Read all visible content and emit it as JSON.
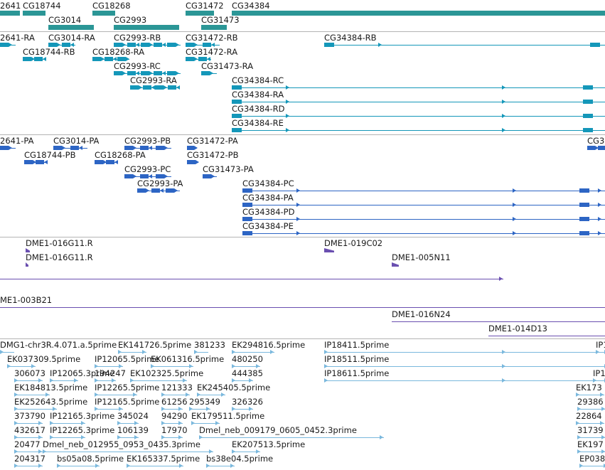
{
  "colors": {
    "gene": "#2b9696",
    "rna": "#1497b9",
    "protein": "#2d65c4",
    "clone": "#6a4fb0",
    "est": "#7ab8dd",
    "separator": "#b4b4b4"
  },
  "tracks": [
    {
      "id": "genes",
      "feature_type": "gene",
      "features": [
        {
          "name": "2641",
          "label": "2641",
          "icon": "gene-bar"
        },
        {
          "name": "CG18744",
          "label": "CG18744",
          "icon": "gene-bar"
        },
        {
          "name": "CG3014",
          "label": "CG3014",
          "icon": "gene-bar"
        },
        {
          "name": "CG18268",
          "label": "CG18268",
          "icon": "gene-bar"
        },
        {
          "name": "CG2993",
          "label": "CG2993",
          "icon": "gene-bar"
        },
        {
          "name": "CG31472",
          "label": "CG31472",
          "icon": "gene-bar"
        },
        {
          "name": "CG31473",
          "label": "CG31473",
          "icon": "gene-bar"
        },
        {
          "name": "CG34384",
          "label": "CG34384",
          "icon": "gene-bar"
        }
      ]
    },
    {
      "id": "transcripts",
      "feature_type": "rna",
      "features": [
        {
          "name": "2641-RA",
          "label": "2641-RA",
          "icon": "transcript"
        },
        {
          "name": "CG3014-RA",
          "label": "CG3014-RA",
          "icon": "transcript"
        },
        {
          "name": "CG2993-RB",
          "label": "CG2993-RB",
          "icon": "transcript"
        },
        {
          "name": "CG31472-RB",
          "label": "CG31472-RB",
          "icon": "transcript"
        },
        {
          "name": "CG34384-RB",
          "label": "CG34384-RB",
          "icon": "transcript"
        },
        {
          "name": "CG18744-RB",
          "label": "CG18744-RB",
          "icon": "transcript"
        },
        {
          "name": "CG18268-RA",
          "label": "CG18268-RA",
          "icon": "transcript"
        },
        {
          "name": "CG31472-RA",
          "label": "CG31472-RA",
          "icon": "transcript"
        },
        {
          "name": "CG2993-RC",
          "label": "CG2993-RC",
          "icon": "transcript"
        },
        {
          "name": "CG31473-RA",
          "label": "CG31473-RA",
          "icon": "transcript"
        },
        {
          "name": "CG2993-RA",
          "label": "CG2993-RA",
          "icon": "transcript"
        },
        {
          "name": "CG34384-RC",
          "label": "CG34384-RC",
          "icon": "transcript"
        },
        {
          "name": "CG34384-RA",
          "label": "CG34384-RA",
          "icon": "transcript"
        },
        {
          "name": "CG34384-RD",
          "label": "CG34384-RD",
          "icon": "transcript"
        },
        {
          "name": "CG34384-RE",
          "label": "CG34384-RE",
          "icon": "transcript"
        }
      ]
    },
    {
      "id": "proteins",
      "feature_type": "protein",
      "features": [
        {
          "name": "2641-PA",
          "label": "2641-PA",
          "icon": "protein"
        },
        {
          "name": "CG3014-PA",
          "label": "CG3014-PA",
          "icon": "protein"
        },
        {
          "name": "CG2993-PB",
          "label": "CG2993-PB",
          "icon": "protein"
        },
        {
          "name": "CG31472-PA",
          "label": "CG31472-PA",
          "icon": "protein"
        },
        {
          "name": "CG3",
          "label": "CG3",
          "icon": "protein"
        },
        {
          "name": "CG18744-PB",
          "label": "CG18744-PB",
          "icon": "protein"
        },
        {
          "name": "CG18268-PA",
          "label": "CG18268-PA",
          "icon": "protein"
        },
        {
          "name": "CG31472-PB",
          "label": "CG31472-PB",
          "icon": "protein"
        },
        {
          "name": "CG2993-PC",
          "label": "CG2993-PC",
          "icon": "protein"
        },
        {
          "name": "CG31473-PA",
          "label": "CG31473-PA",
          "icon": "protein"
        },
        {
          "name": "CG2993-PA",
          "label": "CG2993-PA",
          "icon": "protein"
        },
        {
          "name": "CG34384-PC",
          "label": "CG34384-PC",
          "icon": "protein"
        },
        {
          "name": "CG34384-PA",
          "label": "CG34384-PA",
          "icon": "protein"
        },
        {
          "name": "CG34384-PD",
          "label": "CG34384-PD",
          "icon": "protein"
        },
        {
          "name": "CG34384-PE",
          "label": "CG34384-PE",
          "icon": "protein"
        }
      ]
    },
    {
      "id": "clones",
      "feature_type": "clone",
      "features": [
        {
          "name": "DME1-016G11.R",
          "label": "DME1-016G11.R",
          "icon": "clone"
        },
        {
          "name": "DME1-019C02",
          "label": "DME1-019C02",
          "icon": "clone"
        },
        {
          "name": "DME1-016G11.R",
          "label": "DME1-016G11.R",
          "icon": "clone"
        },
        {
          "name": "DME1-005N11",
          "label": "DME1-005N11",
          "icon": "clone"
        },
        {
          "name": "unlabeled-clone",
          "label": "",
          "icon": "clone"
        },
        {
          "name": "ME1-003B21",
          "label": "ME1-003B21",
          "icon": "clone"
        },
        {
          "name": "DME1-016N24",
          "label": "DME1-016N24",
          "icon": "clone"
        },
        {
          "name": "DME1-014D13",
          "label": "DME1-014D13",
          "icon": "clone"
        }
      ]
    },
    {
      "id": "ests",
      "feature_type": "est",
      "features": [
        {
          "name": "DMG1-chr3R.4.071.a.5prime",
          "label": "DMG1-chr3R.4.071.a.5prime",
          "icon": "est"
        },
        {
          "name": "EK141726.5prime",
          "label": "EK141726.5prime",
          "icon": "est"
        },
        {
          "name": "381233",
          "label": "381233",
          "icon": "est"
        },
        {
          "name": "EK294816.5prime",
          "label": "EK294816.5prime",
          "icon": "est"
        },
        {
          "name": "IP18411.5prime",
          "label": "IP18411.5prime",
          "icon": "est"
        },
        {
          "name": "IP1",
          "label": "IP1",
          "icon": "est"
        },
        {
          "name": "EK037309.5prime",
          "label": "EK037309.5prime",
          "icon": "est"
        },
        {
          "name": "IP12065.5prime",
          "label": "IP12065.5prime",
          "icon": "est"
        },
        {
          "name": "EK061316.5prime",
          "label": "EK061316.5prime",
          "icon": "est"
        },
        {
          "name": "480250",
          "label": "480250",
          "icon": "est"
        },
        {
          "name": "IP18511.5prime",
          "label": "IP18511.5prime",
          "icon": "est"
        },
        {
          "name": "306073",
          "label": "306073",
          "icon": "est"
        },
        {
          "name": "IP12065.3prime",
          "label": "IP12065.3prime",
          "icon": "est"
        },
        {
          "name": "194247",
          "label": "194247",
          "icon": "est"
        },
        {
          "name": "EK102325.5prime",
          "label": "EK102325.5prime",
          "icon": "est"
        },
        {
          "name": "444385",
          "label": "444385",
          "icon": "est"
        },
        {
          "name": "IP18611.5prime",
          "label": "IP18611.5prime",
          "icon": "est"
        },
        {
          "name": "IP1-b",
          "label": "IP1",
          "icon": "est"
        },
        {
          "name": "EK184813.5prime",
          "label": "EK184813.5prime",
          "icon": "est"
        },
        {
          "name": "IP12265.5prime",
          "label": "IP12265.5prime",
          "icon": "est"
        },
        {
          "name": "121333",
          "label": "121333",
          "icon": "est"
        },
        {
          "name": "EK245405.5prime",
          "label": "EK245405.5prime",
          "icon": "est"
        },
        {
          "name": "EK173",
          "label": "EK173",
          "icon": "est"
        },
        {
          "name": "EK252643.5prime",
          "label": "EK252643.5prime",
          "icon": "est"
        },
        {
          "name": "IP12165.5prime",
          "label": "IP12165.5prime",
          "icon": "est"
        },
        {
          "name": "61256",
          "label": "61256",
          "icon": "est"
        },
        {
          "name": "295349",
          "label": "295349",
          "icon": "est"
        },
        {
          "name": "326326",
          "label": "326326",
          "icon": "est"
        },
        {
          "name": "29386",
          "label": "29386",
          "icon": "est"
        },
        {
          "name": "373790",
          "label": "373790",
          "icon": "est"
        },
        {
          "name": "IP12165.3prime",
          "label": "IP12165.3prime",
          "icon": "est"
        },
        {
          "name": "345024",
          "label": "345024",
          "icon": "est"
        },
        {
          "name": "94290",
          "label": "94290",
          "icon": "est"
        },
        {
          "name": "EK179511.5prime",
          "label": "EK179511.5prime",
          "icon": "est"
        },
        {
          "name": "22864",
          "label": "22864",
          "icon": "est"
        },
        {
          "name": "432617",
          "label": "432617",
          "icon": "est"
        },
        {
          "name": "IP12265.3prime",
          "label": "IP12265.3prime",
          "icon": "est"
        },
        {
          "name": "106139",
          "label": "106139",
          "icon": "est"
        },
        {
          "name": "17970",
          "label": "17970",
          "icon": "est"
        },
        {
          "name": "Dmel_neb_009179_0605_0452.3prime",
          "label": "Dmel_neb_009179_0605_0452.3prime",
          "icon": "est"
        },
        {
          "name": "31739",
          "label": "31739",
          "icon": "est"
        },
        {
          "name": "20477",
          "label": "20477",
          "icon": "est"
        },
        {
          "name": "Dmel_neb_012955_0953_0435.3prime",
          "label": "Dmel_neb_012955_0953_0435.3prime",
          "icon": "est"
        },
        {
          "name": "EK207513.5prime",
          "label": "EK207513.5prime",
          "icon": "est"
        },
        {
          "name": "EK197",
          "label": "EK197",
          "icon": "est"
        },
        {
          "name": "204317",
          "label": "204317",
          "icon": "est"
        },
        {
          "name": "bs05a08.5prime",
          "label": "bs05a08.5prime",
          "icon": "est"
        },
        {
          "name": "EK165337.5prime",
          "label": "EK165337.5prime",
          "icon": "est"
        },
        {
          "name": "bs38e04.5prime",
          "label": "bs38e04.5prime",
          "icon": "est"
        },
        {
          "name": "EP038",
          "label": "EP038",
          "icon": "est"
        }
      ]
    }
  ]
}
